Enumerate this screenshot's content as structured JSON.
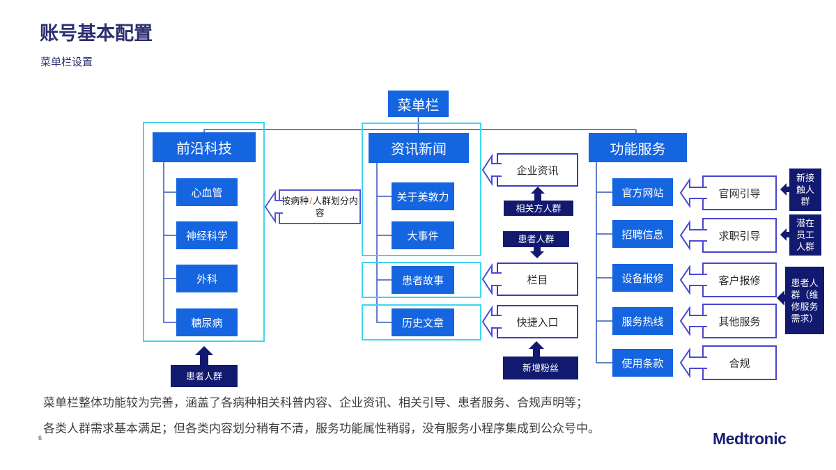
{
  "slide": {
    "title": "账号基本配置",
    "subtitle": "菜单栏设置",
    "page_number": "6",
    "logo": "Medtronic"
  },
  "root_label": "菜单栏",
  "left": {
    "header": "前沿科技",
    "items": [
      "心血管",
      "神经科学",
      "外科",
      "糖尿病"
    ],
    "bottom_tag": "患者人群",
    "note_pre": "按病种",
    "note_slash": "/",
    "note_post": "人群划分内容"
  },
  "middle": {
    "header": "资讯新闻",
    "items": [
      "关于美敦力",
      "大事件",
      "患者故事",
      "历史文章"
    ],
    "boxes": [
      "企业资讯",
      "栏目",
      "快捷入口"
    ],
    "tags": [
      "相关方人群",
      "患者人群",
      "新增粉丝"
    ]
  },
  "right": {
    "header": "功能服务",
    "items": [
      "官方网站",
      "招聘信息",
      "设备报修",
      "服务热线",
      "使用条款"
    ],
    "boxes": [
      "官网引导",
      "求职引导",
      "客户报修",
      "其他服务",
      "合规"
    ],
    "tags": [
      "新接触人群",
      "潜在员工人群",
      "患者人群（维修服务需求）"
    ]
  },
  "summary": {
    "line1": "菜单栏整体功能较为完善，涵盖了各病种相关科普内容、企业资讯、相关引导、患者服务、合规声明等；",
    "line2": "各类人群需求基本满足；但各类内容划分稍有不清，服务功能属性稍弱，没有服务小程序集成到公众号中。"
  },
  "colors": {
    "primary_blue": "#1565e0",
    "cyan_outline": "#3ed6ee",
    "dark_navy": "#121a70",
    "connector_blue": "#3456b8",
    "arrow_outline": "#4c49d8",
    "title_navy": "#2e2f70",
    "logo_navy": "#1a1f71"
  }
}
